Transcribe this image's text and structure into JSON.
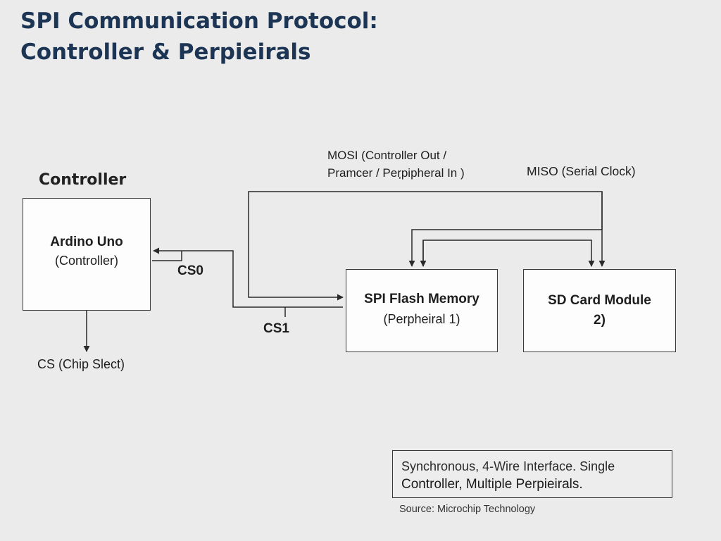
{
  "title": {
    "line1": "SPI Communication Protocol:",
    "line2": "Controller & Perpieirals"
  },
  "section_label": "Controller",
  "controller": {
    "name": "Ardino Uno",
    "sub": "(Controller)"
  },
  "peripheral1": {
    "name": "SPI Flash Memory",
    "sub": "(Perpheiral 1)"
  },
  "peripheral2": {
    "name": "SD Card Module",
    "sub": "2)"
  },
  "signals": {
    "mosi_line1": "MOSI (Controller Out /",
    "mosi_line2": "Pramcer / Perฺpipheral In )",
    "miso": "MISO (Serial Clock)",
    "cs0": "CS0",
    "cs1": "CS1",
    "cs": "CS (Chip Slect)"
  },
  "summary": {
    "line1": "Synchronous, 4-Wire Interface. Single",
    "line2": "Controller, Multiple Perpieirals."
  },
  "source": "Source: Microchip Technology",
  "colors": {
    "title": "#1c3554",
    "line": "#2a2a2a",
    "background": "#ebebeb"
  }
}
